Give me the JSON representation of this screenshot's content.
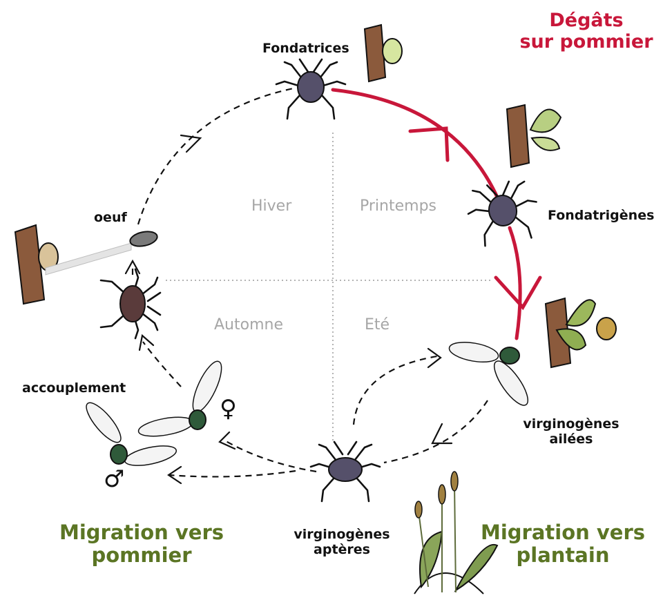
{
  "seasons": {
    "winter": "Hiver",
    "spring": "Printemps",
    "autumn": "Automne",
    "summer": "Eté"
  },
  "stages": {
    "fondatrices": "Fondatrices",
    "fondatrigenes": "Fondatrigènes",
    "oeuf": "oeuf",
    "accouplement": "accouplement",
    "ailees": [
      "virginogènes",
      "ailées"
    ],
    "apteres": [
      "virginogènes",
      "aptères"
    ]
  },
  "damage": [
    "Dégâts",
    "sur pommier"
  ],
  "migration_pommier": [
    "Migration vers",
    "pommier"
  ],
  "migration_plantain": [
    "Migration vers",
    "plantain"
  ],
  "sex_symbols": {
    "female": "♀",
    "male": "♂"
  },
  "colors": {
    "damage_red": "#c8173a",
    "migration_green": "#5b7524",
    "season_gray": "#a6a6a6",
    "aphid_purple": "#55506a",
    "aphid_brown": "#5a3b3b",
    "aphid_green": "#2f5a3a",
    "bark_brown": "#8b5a3c",
    "leaf_green": "#9cb85c"
  }
}
